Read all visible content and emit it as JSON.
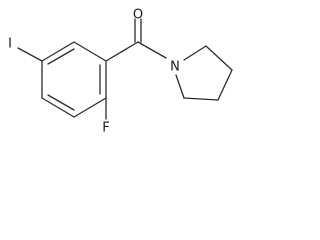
{
  "molecule": {
    "atoms": {
      "oxygen": "O",
      "nitrogen": "N",
      "fluorine": "F",
      "iodine": "I"
    }
  }
}
